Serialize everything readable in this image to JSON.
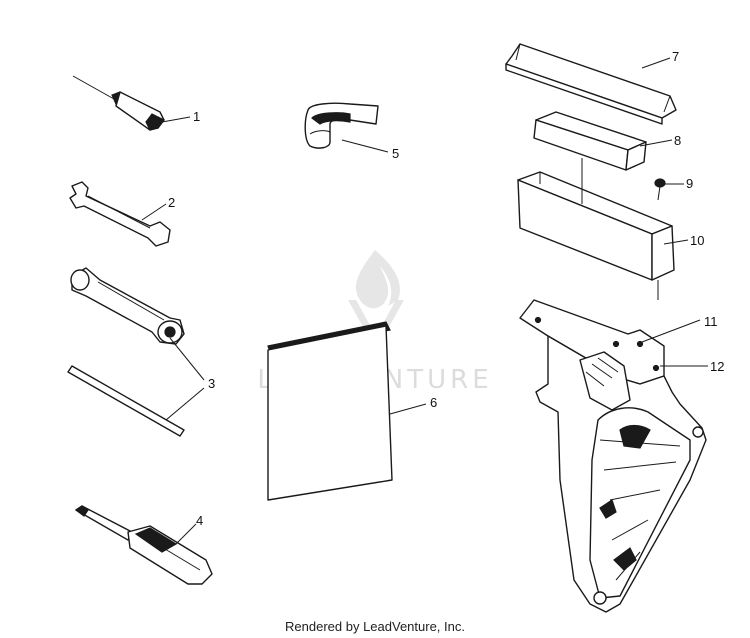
{
  "watermark": {
    "text": "LEADVENTURE"
  },
  "callouts": [
    "1",
    "2",
    "3",
    "4",
    "5",
    "6",
    "7",
    "8",
    "9",
    "10",
    "11",
    "12"
  ],
  "footer": {
    "text": "Rendered by LeadVenture, Inc."
  }
}
